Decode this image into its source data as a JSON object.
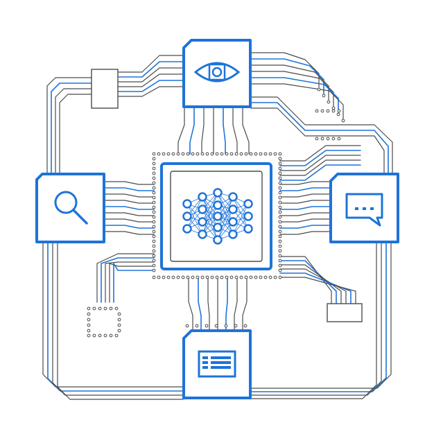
{
  "colors": {
    "background": "#ffffff",
    "blue": "#1e73d8",
    "trace_gray": "#4a4a4a",
    "module_fill": "#ffffff"
  },
  "modules": [
    {
      "id": "vision",
      "icon": "eye-icon"
    },
    {
      "id": "search",
      "icon": "magnifier-icon"
    },
    {
      "id": "chat",
      "icon": "speech-bubble-icon"
    },
    {
      "id": "document",
      "icon": "document-list-icon"
    },
    {
      "id": "core",
      "icon": "neural-network-icon"
    }
  ]
}
